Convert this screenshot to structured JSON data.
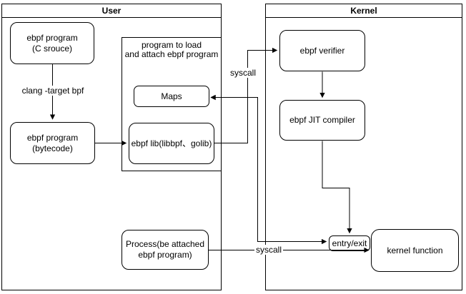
{
  "panels": {
    "user": {
      "title": "User"
    },
    "kernel": {
      "title": "Kernel"
    }
  },
  "nodes": {
    "c_source": {
      "line1": "ebpf program",
      "line2": "(C srouce)"
    },
    "bytecode": {
      "line1": "ebpf program",
      "line2": "(bytecode)"
    },
    "loader": {
      "line1": "program to load",
      "line2": "and attach ebpf program"
    },
    "maps": {
      "label": "Maps"
    },
    "lib": {
      "label": "ebpf lib(libbpf、golib)"
    },
    "process": {
      "line1": "Process(be attached",
      "line2": "ebpf program)"
    },
    "verifier": {
      "label": "ebpf verifier"
    },
    "jit": {
      "label": "ebpf JIT compiler"
    },
    "entry_exit": {
      "label": "entry/exit"
    },
    "kernel_function": {
      "label": "kernel function"
    }
  },
  "edge_labels": {
    "clang": "clang -target bpf",
    "syscall_top": "syscall",
    "syscall_bottom": "syscall"
  },
  "colors": {
    "stroke": "#000000",
    "fill": "#ffffff",
    "text": "#000000"
  }
}
